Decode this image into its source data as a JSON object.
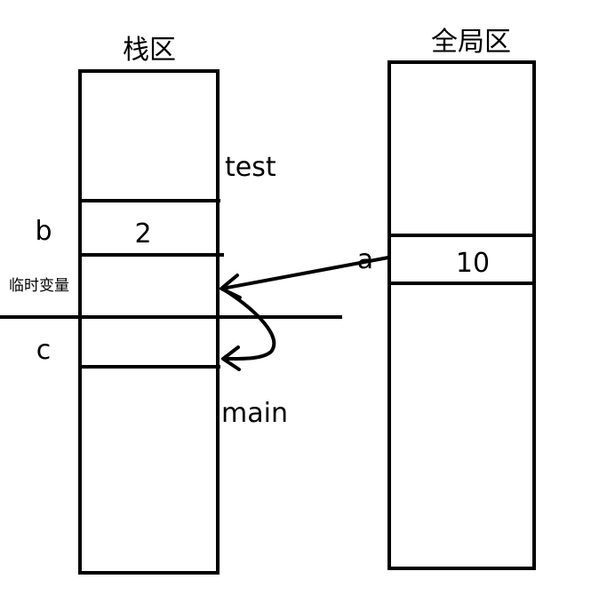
{
  "stack": {
    "title": "栈区",
    "frame_test_label": "test",
    "frame_main_label": "main",
    "var_b_name": "b",
    "var_b_value": "2",
    "temp_label": "临时变量",
    "var_c_name": "c"
  },
  "global": {
    "title": "全局区",
    "var_a_name": "a",
    "var_a_value": "10"
  },
  "colors": {
    "ink": "#000000",
    "background": "#ffffff"
  }
}
